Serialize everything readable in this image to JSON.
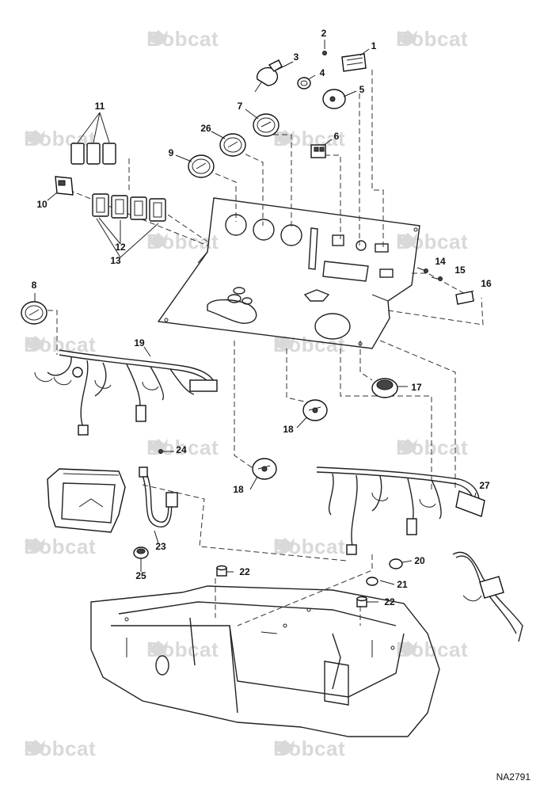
{
  "watermark": {
    "text": "Bobcat"
  },
  "drawing_code": "NA2791",
  "callouts": [
    "1",
    "2",
    "3",
    "4",
    "5",
    "6",
    "7",
    "8",
    "9",
    "10",
    "11",
    "12",
    "13",
    "14",
    "15",
    "16",
    "17",
    "18",
    "18",
    "19",
    "20",
    "21",
    "22",
    "22",
    "23",
    "24",
    "25",
    "26",
    "27"
  ]
}
